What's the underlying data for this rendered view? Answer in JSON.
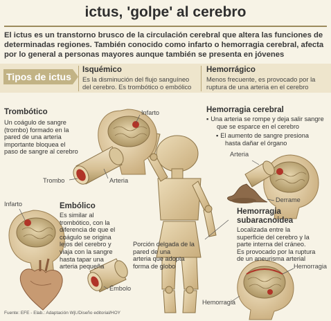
{
  "title": "ictus, 'golpe' al cerebro",
  "intro": "El ictus es un transtorno brusco de la circulación cerebral que altera las funciones de determinadas regiones. También conocido como infarto o hemorragia cerebral, afecta por lo general a personas mayores aunque también se presenta en jóvenes",
  "types": {
    "label": "Tipos de ictus",
    "ischemic": {
      "title": "Isquémico",
      "desc_line1": "Es la disminución del flujo sanguíneo",
      "desc_line2": "del cerebro. Es trombótico o embólico"
    },
    "hemorrhagic": {
      "title": "Hemorrágico",
      "desc_line1": "Menos frecuente, es provocado por la",
      "desc_line2": "ruptura de una arteria en el cerebro"
    }
  },
  "thrombotic": {
    "title": "Trombótico",
    "lines": [
      "Un coágulo de sangre",
      "(trombo) formado en la",
      "pared de una arteria",
      "importante bloquea el",
      "paso de sangre al cerebro"
    ],
    "callouts": {
      "infarto": "Infarto",
      "trombo": "Trombo",
      "arteria": "Arteria"
    }
  },
  "embolic": {
    "title": "Embólico",
    "lines": [
      "Es similar al",
      "trombótico, con la",
      "diferencia de que el",
      "coágulo se origina",
      "lejos del cerebro y",
      "viaja con la sangre",
      "hasta tapar una",
      "arteria pequeña"
    ],
    "callouts": {
      "infarto": "Infarto",
      "embolo": "Émbolo"
    }
  },
  "aneurysm_note": {
    "lines": [
      "Porción delgada de la",
      "pared de una",
      "arteria que adopta",
      "forma de globo"
    ]
  },
  "cerebral_hemorrhage": {
    "title": "Hemorragia cerebral",
    "bullet1_lines": [
      "Una arteria se rompe y deja salir sangre",
      "que se esparce en el cerebro"
    ],
    "bullet2_lines": [
      "El aumento de sangre presiona",
      "hasta dañar el órgano"
    ],
    "callouts": {
      "arteria": "Arteria",
      "derrame": "Derrame"
    }
  },
  "subarachnoid": {
    "title_line1": "Hemorragia",
    "title_line2": "subaracnoidea",
    "lines": [
      "Localizada entre la",
      "superficie del cerebro y la",
      "parte interna del cráneo.",
      "Es provocado por la ruptura",
      "de un aneurisma arterial"
    ],
    "callouts": {
      "hemorragia_top": "Hemorragia",
      "hemorragia_bottom": "Hemorragia"
    }
  },
  "footer": "Fuente: EFE - Elab.: Adaptación Wjl./Diseño editorial/HOY",
  "colors": {
    "background": "#f7f3e6",
    "band": "#eee5cc",
    "accent": "#c2b385",
    "brain": "#c9b48a",
    "skin": "#e3cfa6",
    "blood": "#b03428"
  }
}
